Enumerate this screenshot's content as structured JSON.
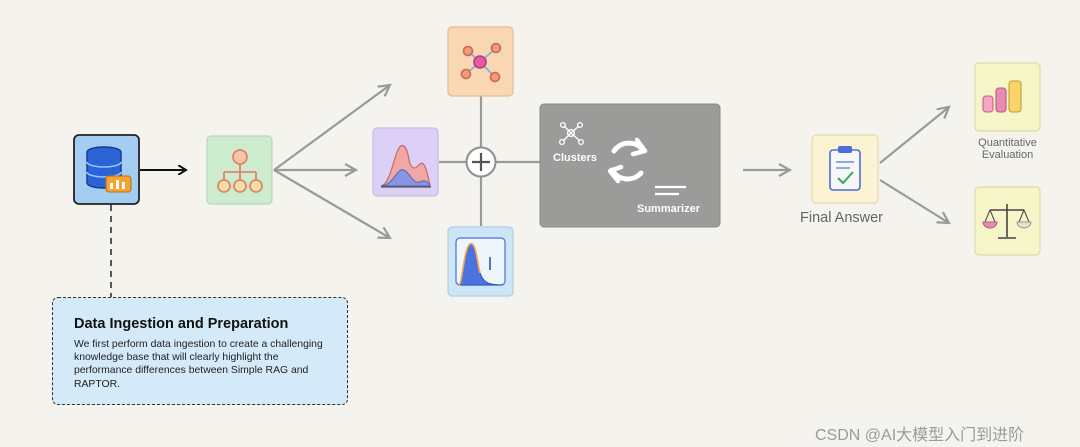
{
  "ingestion": {
    "title": "Data Ingestion and Preparation",
    "description": "We first perform data ingestion to create a challenging knowledge base that will clearly highlight the performance differences between Simple RAG and RAPTOR."
  },
  "summarizer_box": {
    "clusters_label": "Clusters",
    "summarizer_label": "Summarizer"
  },
  "final_answer_label": "Final Answer",
  "evaluation": {
    "quantitative_label_line1": "Quantitative",
    "quantitative_label_line2": "Evaluation"
  },
  "watermark": "CSDN @AI大模型入门到进阶",
  "colors": {
    "database": "#a5cdf2",
    "hierarchy": "#cdeccd",
    "distribution": "#ddd0f6",
    "network": "#f9d6b4",
    "gaussian": "#cce6f7",
    "summarizer": "#9b9b99",
    "final_answer": "#fbf3d4",
    "metrics": "#f5f5c8",
    "balance": "#f5f5c8",
    "info_card": "#d4eaf8"
  },
  "icons": [
    "database-icon",
    "hierarchy-icon",
    "distribution-icon",
    "network-icon",
    "gaussian-icon",
    "cluster-icon",
    "refresh-icon",
    "clipboard-check-icon",
    "bar-chart-icon",
    "scale-icon"
  ]
}
